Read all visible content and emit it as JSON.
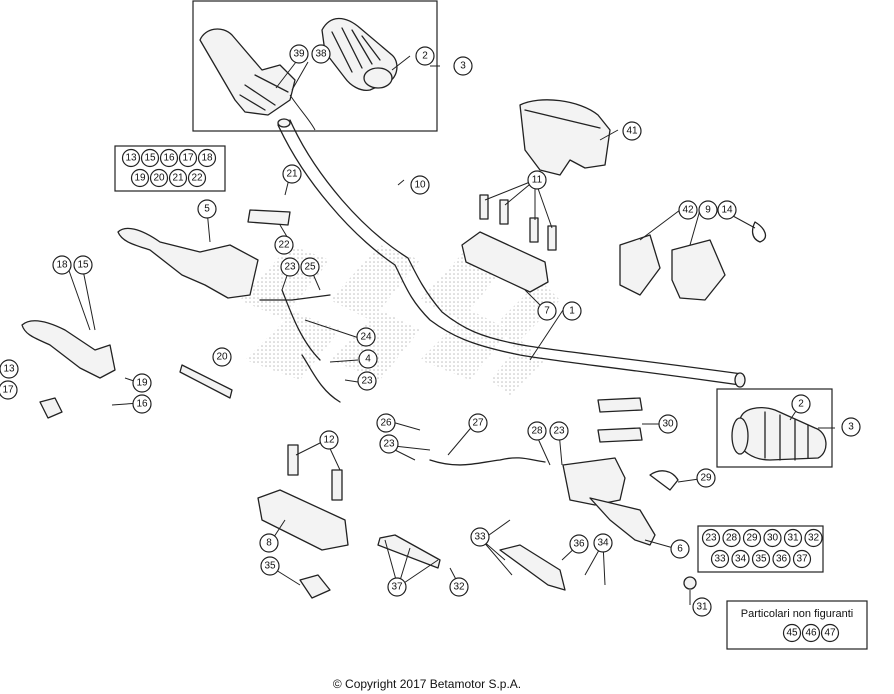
{
  "copyright": "© Copyright 2017 Betamotor S.p.A.",
  "note_title": "Particolari non figuranti",
  "note_refs": [
    "45",
    "46",
    "47"
  ],
  "group_box_a": [
    [
      "13",
      "15",
      "16",
      "17",
      "18"
    ],
    [
      "19",
      "20",
      "21",
      "22"
    ]
  ],
  "group_box_b": [
    [
      "23",
      "28",
      "29",
      "30",
      "31",
      "32"
    ],
    [
      "33",
      "34",
      "35",
      "36",
      "37"
    ]
  ],
  "callouts": [
    "1",
    "2",
    "2",
    "3",
    "3",
    "4",
    "5",
    "6",
    "7",
    "8",
    "9",
    "10",
    "11",
    "12",
    "13",
    "14",
    "15",
    "16",
    "17",
    "18",
    "19",
    "20",
    "21",
    "22",
    "23",
    "23",
    "23",
    "23",
    "24",
    "25",
    "26",
    "27",
    "28",
    "29",
    "30",
    "31",
    "32",
    "33",
    "34",
    "35",
    "36",
    "37",
    "38",
    "39",
    "41",
    "42"
  ]
}
